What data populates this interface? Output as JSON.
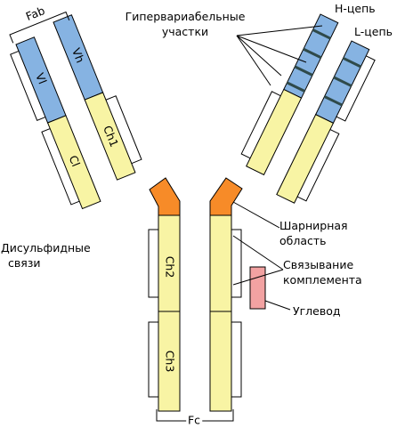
{
  "labels": {
    "fab": "Fab",
    "vl": "Vl",
    "vh": "Vh",
    "cl": "Cl",
    "ch1": "Ch1",
    "ch2": "Ch2",
    "ch3": "Ch3",
    "fc": "Fc",
    "hypervariable_line1": "Гипервариабельные",
    "hypervariable_line2": "участки",
    "h_chain": "H-цепь",
    "l_chain": "L-цепь",
    "disulfide_line1": "Дисульфидные",
    "disulfide_line2": "связи",
    "hinge_line1": "Шарнирная",
    "hinge_line2": "область",
    "complement_line1": "Связывание",
    "complement_line2": "комплемента",
    "carbohydrate": "Углевод"
  },
  "colors": {
    "variable": "#86b3e2",
    "constant": "#f8f4a4",
    "hinge": "#f78b28",
    "carbohydrate": "#f2a2a2",
    "hypervariable_band": "#2f4a4a",
    "outline": "#000000"
  }
}
